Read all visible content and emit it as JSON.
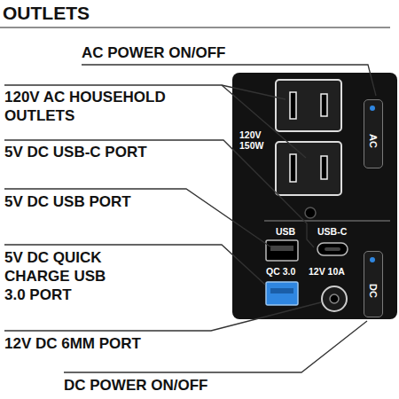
{
  "diagram": {
    "title": "OUTLETS",
    "nodes": [
      {
        "text": [
          "120V 150W",
          "USB",
          "USB-C",
          "QC 3.0",
          "12V 10A"
        ]
      },
      {
        "text": [
          "AC"
        ],
        "in": 0
      },
      {
        "text": [
          "DC"
        ],
        "in": 0
      }
    ],
    "labels": [
      "AC POWER ON/OFF",
      "120V AC HOUSEHOLD OUTLETS",
      "5V DC USB-C PORT",
      "5V DC USB PORT",
      "5V DC QUICK CHARGE USB 3.0 PORT",
      "12V DC 6MM PORT",
      "DC POWER ON/OFF"
    ]
  }
}
